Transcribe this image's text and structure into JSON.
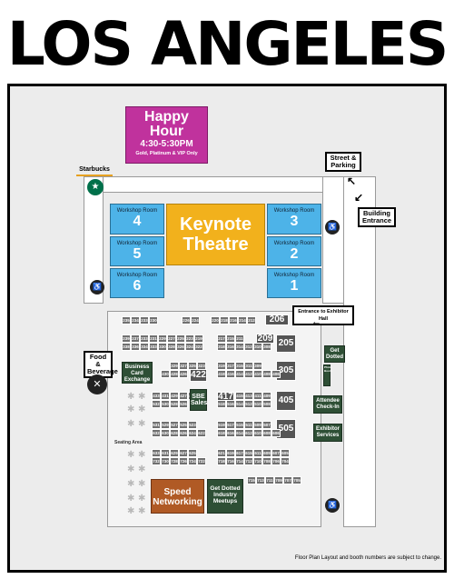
{
  "title": "LOS ANGELES",
  "happy_hour": {
    "title": "Happy Hour",
    "time": "4:30-5:30PM",
    "note": "Gold, Platinum & VIP Only"
  },
  "labels": {
    "starbucks": "Starbucks",
    "street_parking": "Street & Parking",
    "building_entrance": "Building Entrance",
    "entrance_exhibitor": "Entrance to Exhibitor Hall",
    "food_beverage": "Food & Beverage",
    "seating_area": "Seating Area",
    "get_dotted": "Get Dotted",
    "attendee_checkin": "Attendee Check-In",
    "exhibitor_services": "Exhibitor Services",
    "photo_booth": "Photo Booth"
  },
  "keynote": "Keynote Theatre",
  "workshop_label": "Workshop Room",
  "workshops": {
    "w1": "1",
    "w2": "2",
    "w3": "3",
    "w4": "4",
    "w5": "5",
    "w6": "6"
  },
  "special": {
    "bce": "Business Card Exchange",
    "sbe": "SBE Sales",
    "speed": "Speed Networking",
    "meetups": "Get Dotted Industry Meetups"
  },
  "big_booths": {
    "b206": "206",
    "b205": "205",
    "b209": "209",
    "b305": "305",
    "b417": "417",
    "b405": "405",
    "b422": "422",
    "b505": "505"
  },
  "booth_rows": [
    [
      "235",
      "234",
      "233",
      "230",
      "226",
      "224",
      "220",
      "218",
      "216",
      "214",
      "212"
    ],
    [
      "239",
      "237",
      "233",
      "231",
      "229",
      "227",
      "225",
      "223",
      "219",
      "217",
      "215",
      "211"
    ],
    [
      "338",
      "336",
      "334",
      "333",
      "330",
      "328",
      "326",
      "324",
      "322",
      "318",
      "316",
      "314",
      "312",
      "310",
      "308"
    ],
    [
      "329",
      "327",
      "325",
      "323",
      "319",
      "317",
      "315",
      "311",
      "309"
    ],
    [
      "430",
      "428",
      "426",
      "418",
      "416",
      "414",
      "412",
      "410",
      "408",
      "406"
    ],
    [
      "433",
      "431",
      "429",
      "427",
      "425",
      "415",
      "413",
      "411",
      "409"
    ],
    [
      "532",
      "530",
      "528",
      "526",
      "518",
      "516",
      "514",
      "512",
      "510",
      "508"
    ],
    [
      "531",
      "529",
      "527",
      "525",
      "523",
      "519",
      "517",
      "515",
      "511",
      "509",
      "507"
    ],
    [
      "632",
      "630",
      "628",
      "626",
      "624",
      "622",
      "618",
      "616",
      "614",
      "612",
      "610",
      "608",
      "606"
    ],
    [
      "633",
      "631",
      "629",
      "627",
      "625",
      "621",
      "619",
      "617",
      "615",
      "611",
      "609",
      "607",
      "605"
    ],
    [
      "732",
      "730",
      "728",
      "726",
      "724",
      "722",
      "718",
      "716",
      "714",
      "712",
      "710",
      "708",
      "706",
      "704"
    ],
    [
      "715",
      "713",
      "711",
      "709",
      "707",
      "705"
    ]
  ],
  "footer": "Floor Plan Layout and booth numbers are subject to change."
}
